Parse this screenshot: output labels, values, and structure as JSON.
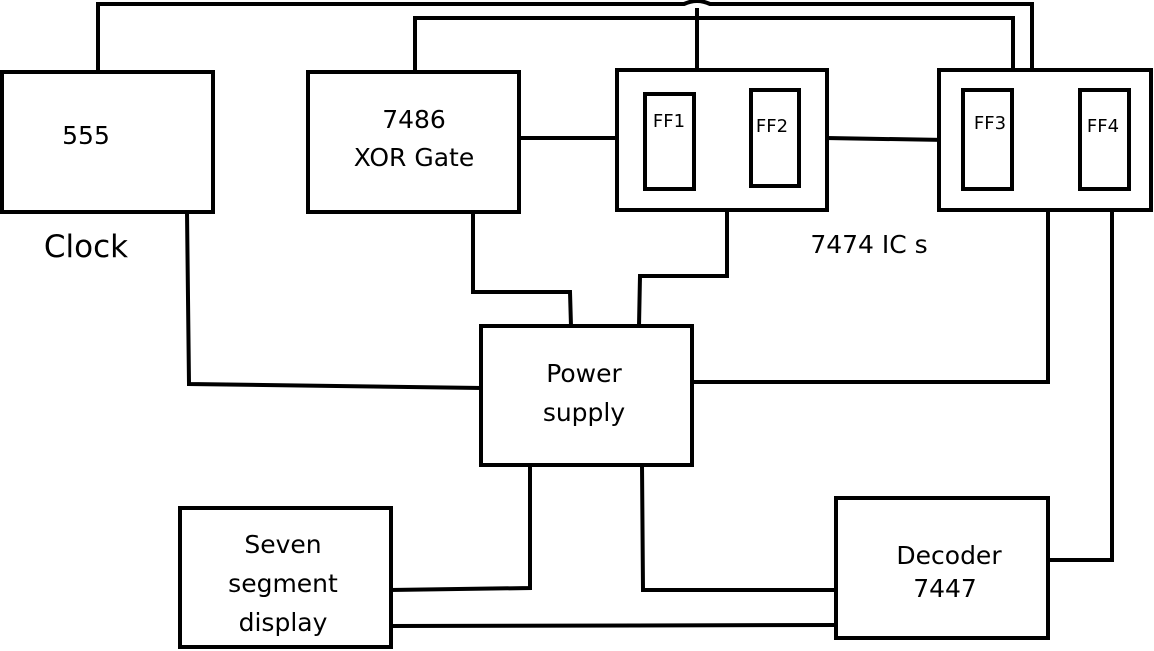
{
  "blocks": {
    "timer_555": {
      "label": "555"
    },
    "clock_caption": {
      "label": "Clock"
    },
    "xor_gate": {
      "line1": "7486",
      "line2": "XOR Gate"
    },
    "ff1": {
      "label": "FF1"
    },
    "ff2": {
      "label": "FF2"
    },
    "ff3": {
      "label": "FF3"
    },
    "ff4": {
      "label": "FF4"
    },
    "ic_caption": {
      "label": "7474 IC s"
    },
    "power_supply": {
      "line1": "Power",
      "line2": "supply"
    },
    "seven_segment": {
      "line1": "Seven",
      "line2": "segment",
      "line3": "display"
    },
    "decoder": {
      "line1": "Decoder",
      "line2": "7447"
    }
  },
  "colors": {
    "stroke": "#000000",
    "background": "#ffffff"
  }
}
